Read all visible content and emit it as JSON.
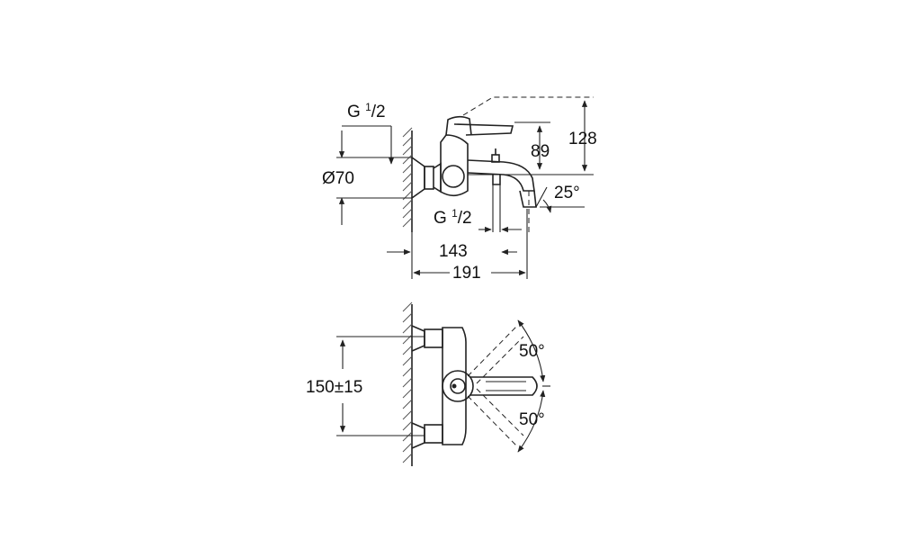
{
  "side_view": {
    "thread_top": {
      "main": "G ",
      "sup": "1",
      "sub": "/2"
    },
    "thread_bottom": {
      "main": "G ",
      "sup": "1",
      "sub": "/2"
    },
    "diameter": "Ø70",
    "height_lever": "89",
    "height_total": "128",
    "spout_angle": "25°",
    "depth_spout": "143",
    "depth_total": "191"
  },
  "top_view": {
    "centers": "150±15",
    "angle_up": "50°",
    "angle_down": "50°"
  }
}
